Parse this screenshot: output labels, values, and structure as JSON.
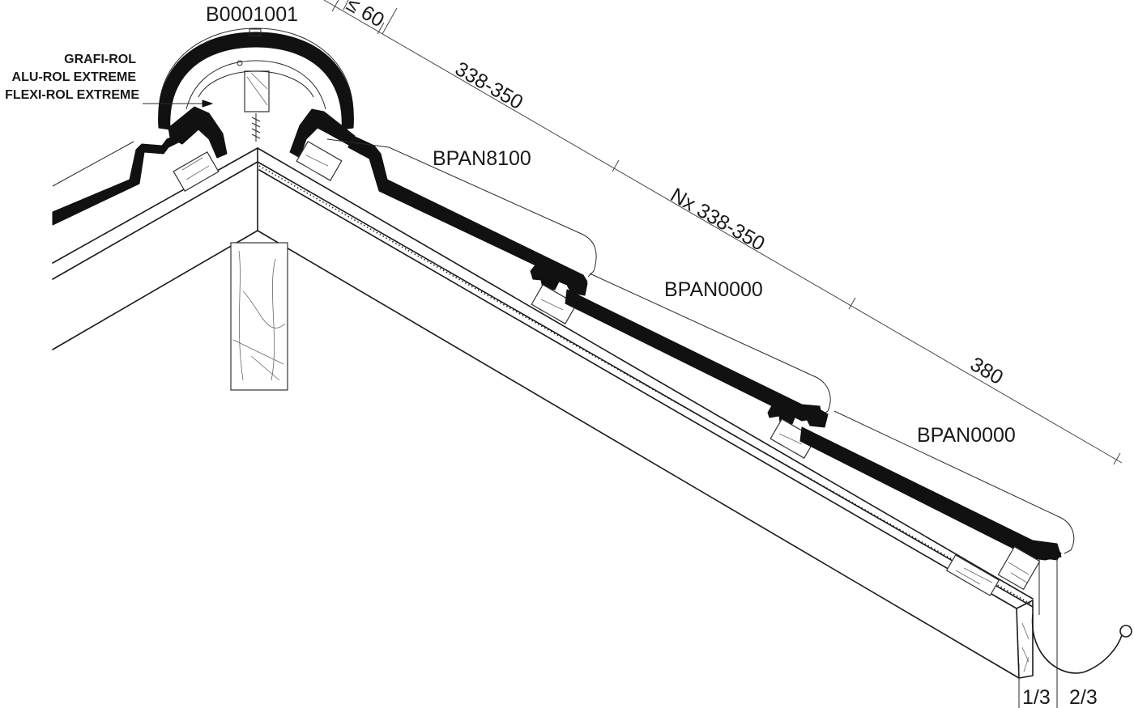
{
  "labels": {
    "ridge_tile": "B0001001",
    "ridge_roll_1": "GRAFI-ROL",
    "ridge_roll_2": "ALU-ROL EXTREME",
    "ridge_roll_3": "FLEXI-ROL EXTREME",
    "top_tile": "BPAN8100",
    "mid_tile": "BPAN0000",
    "eave_tile": "BPAN0000",
    "gutter_left": "1/3",
    "gutter_right": "2/3"
  },
  "dimensions": {
    "ridge_gap": "≤ 60",
    "first_batten": "338-350",
    "batten_spacing": "Nx 338-350",
    "eave_overhang": "380"
  }
}
